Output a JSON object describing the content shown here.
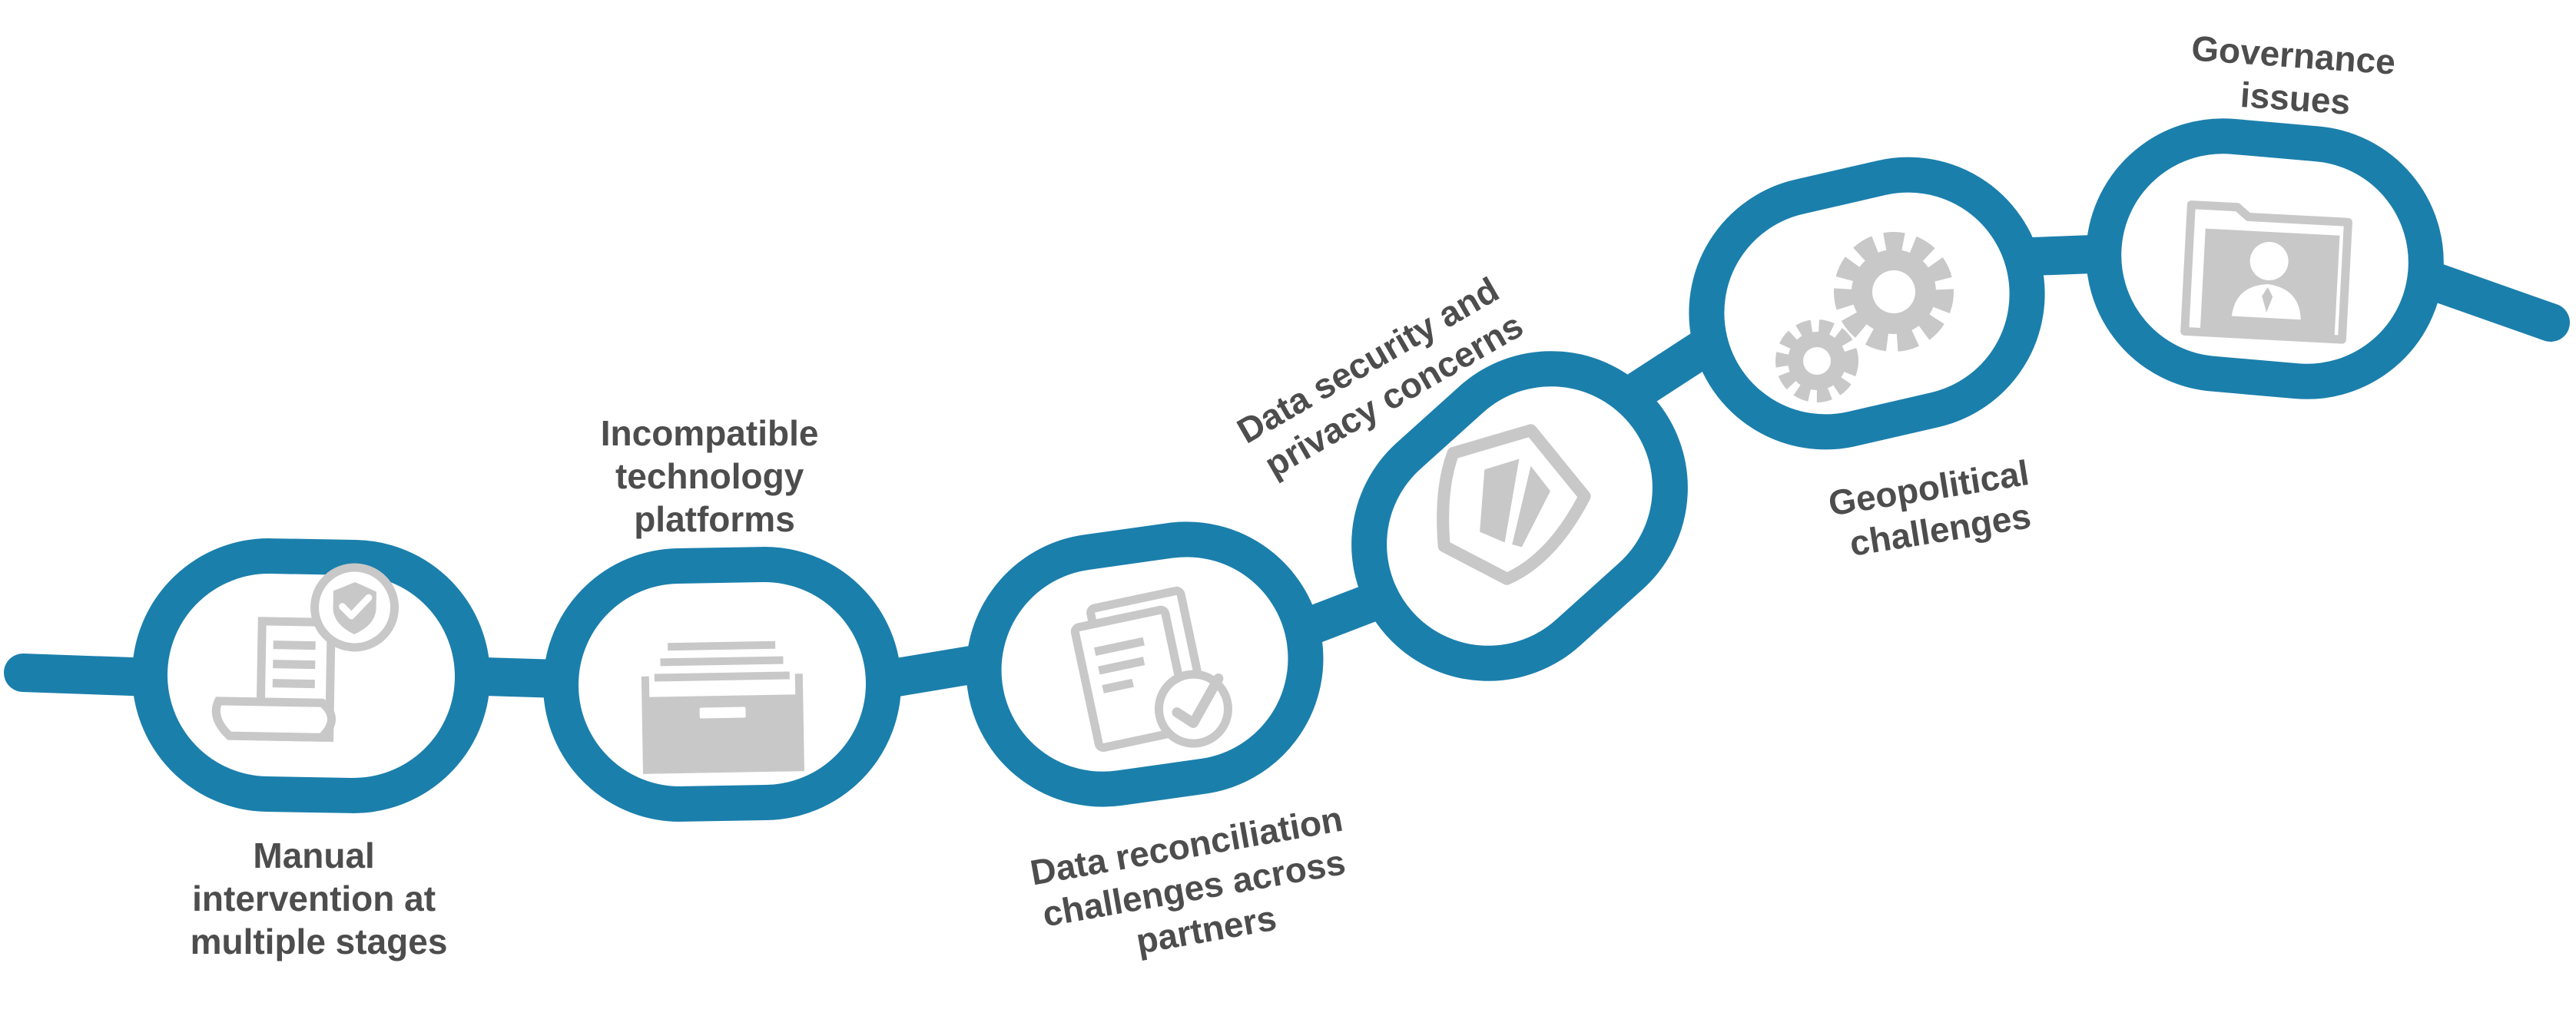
{
  "colors": {
    "chain": "#1b7fac",
    "icon": "#c8c8c8",
    "text": "#4d4d4d",
    "background": "#ffffff"
  },
  "links": [
    {
      "id": "manual",
      "icon": "document-shield-check-icon",
      "label_lines": [
        "Manual",
        "intervention at",
        "multiple stages"
      ]
    },
    {
      "id": "incompatible",
      "icon": "file-drawer-icon",
      "label_lines": [
        "Incompatible",
        "technology",
        "platforms"
      ]
    },
    {
      "id": "reconciliation",
      "icon": "documents-check-icon",
      "label_lines": [
        "Data reconciliation",
        "challenges across",
        "partners"
      ]
    },
    {
      "id": "security",
      "icon": "shield-icon",
      "label_lines": [
        "Data security and",
        "privacy concerns"
      ]
    },
    {
      "id": "geopolitical",
      "icon": "gears-icon",
      "label_lines": [
        "Geopolitical",
        "challenges"
      ]
    },
    {
      "id": "governance",
      "icon": "profile-folder-icon",
      "label_lines": [
        "Governance",
        "issues"
      ]
    }
  ]
}
